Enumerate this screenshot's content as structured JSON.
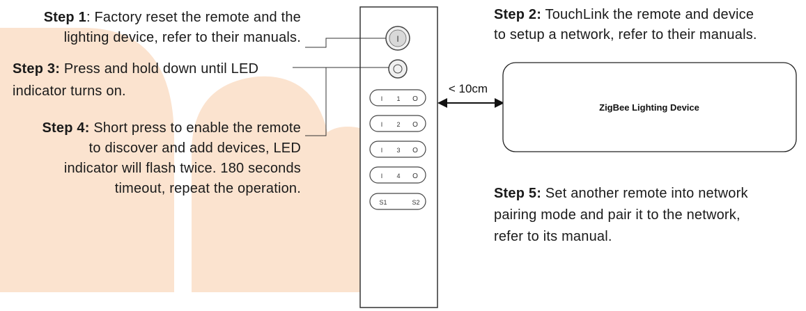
{
  "step1": {
    "label": "Step 1",
    "text": ": Factory reset the remote and the",
    "text2": "lighting device, refer to their manuals."
  },
  "step2": {
    "label": "Step 2:",
    "text": " TouchLink the remote and device",
    "text2": "to setup a network, refer to their manuals."
  },
  "step3": {
    "label": "Step 3:",
    "text": "  Press and hold down until LED",
    "text2": "indicator turns on."
  },
  "step4": {
    "label": "Step 4:",
    "text": " Short press to enable the remote",
    "text2": "to discover and add devices, LED",
    "text3": "indicator will flash twice. 180 seconds",
    "text4": "timeout, repeat the operation."
  },
  "step5": {
    "label": "Step 5:",
    "text": " Set another remote into network",
    "text2": "pairing mode and pair it to the network,",
    "text3": "refer to its manual."
  },
  "distance_label": "< 10cm",
  "device_label": "ZigBee Lighting Device",
  "remote": {
    "power_symbol": "I",
    "zones": [
      {
        "on": "I",
        "num": "1",
        "off": "O"
      },
      {
        "on": "I",
        "num": "2",
        "off": "O"
      },
      {
        "on": "I",
        "num": "3",
        "off": "O"
      },
      {
        "on": "I",
        "num": "4",
        "off": "O"
      }
    ],
    "scene_left": "S1",
    "scene_right": "S2"
  },
  "colors": {
    "watermark": "#fbe3cf",
    "line": "#333333"
  }
}
